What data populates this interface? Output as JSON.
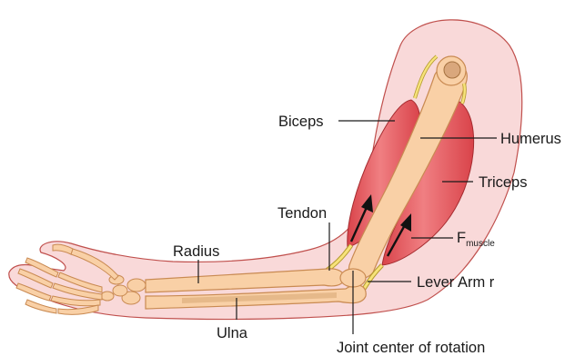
{
  "colors": {
    "skin_fill": "#f9d9d9",
    "skin_outline": "#c0504d",
    "bone_fill": "#f9d0a6",
    "bone_outline": "#c98a52",
    "bone_shaft": "#e6b98a",
    "muscle_fill": "#e8585c",
    "muscle_highlight": "#f28a8a",
    "tendon_fill": "#f7e37a",
    "tendon_outline": "#b39a2e",
    "text": "#1a1a1a"
  },
  "labels": {
    "biceps": "Biceps",
    "humerus": "Humerus",
    "triceps": "Triceps",
    "tendon": "Tendon",
    "f_main": "F",
    "f_sub": "muscle",
    "radius": "Radius",
    "lever_arm": "Lever Arm r",
    "ulna": "Ulna",
    "joint": "Joint center of rotation"
  },
  "icons": {
    "force_arrow": "arrow-up-icon"
  }
}
